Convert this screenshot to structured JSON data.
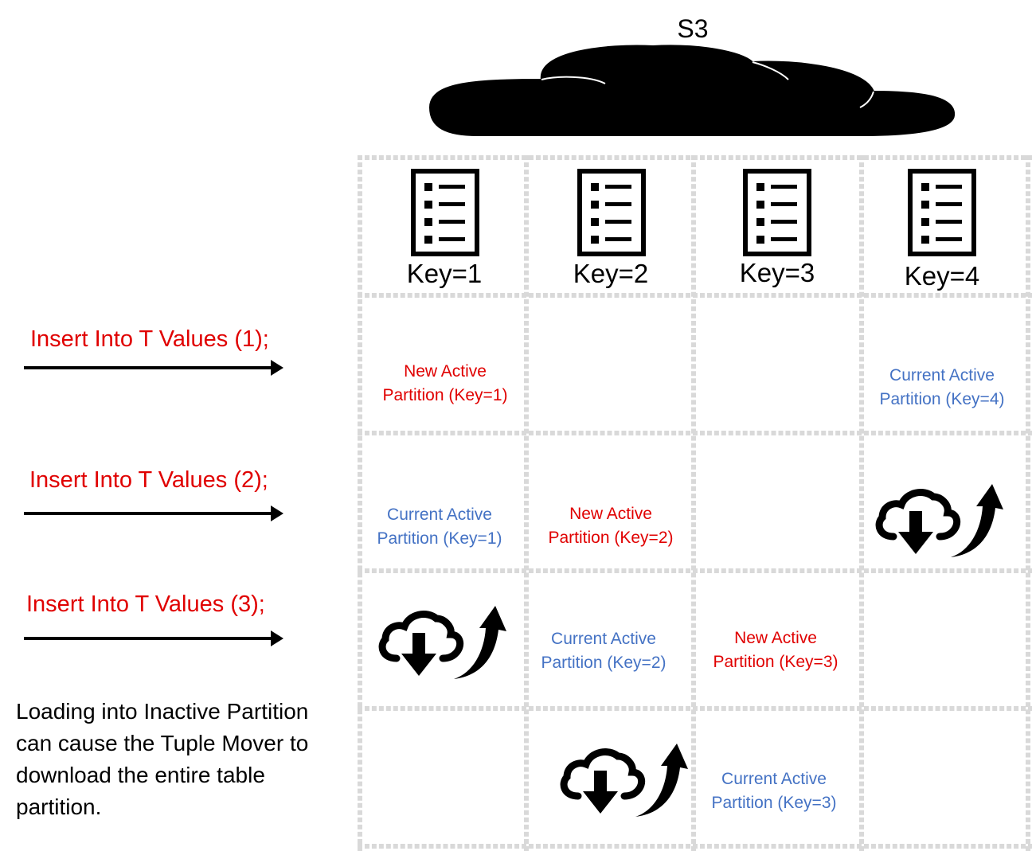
{
  "cloud": {
    "label": "S3"
  },
  "keys": [
    "Key=1",
    "Key=2",
    "Key=3",
    "Key=4"
  ],
  "inserts": [
    "Insert Into  T Values (1);",
    "Insert Into  T Values (2);",
    "Insert Into  T Values (3);"
  ],
  "cells": {
    "r1c1": {
      "line1": "New Active",
      "line2": "Partition (Key=1)"
    },
    "r1c4": {
      "line1": "Current Active",
      "line2": "Partition (Key=4)"
    },
    "r2c1": {
      "line1": "Current Active",
      "line2": "Partition (Key=1)"
    },
    "r2c2": {
      "line1": "New Active",
      "line2": "Partition (Key=2)"
    },
    "r3c2": {
      "line1": "Current Active",
      "line2": "Partition (Key=2)"
    },
    "r3c3": {
      "line1": "New Active",
      "line2": "Partition (Key=3)"
    },
    "r4c3": {
      "line1": "Current Active",
      "line2": "Partition (Key=3)"
    }
  },
  "note": "Loading into Inactive Partition can cause the Tuple Mover to download the entire table partition.",
  "colors": {
    "new": "#e00000",
    "current": "#4472c4",
    "grid": "#d9d9d9"
  }
}
